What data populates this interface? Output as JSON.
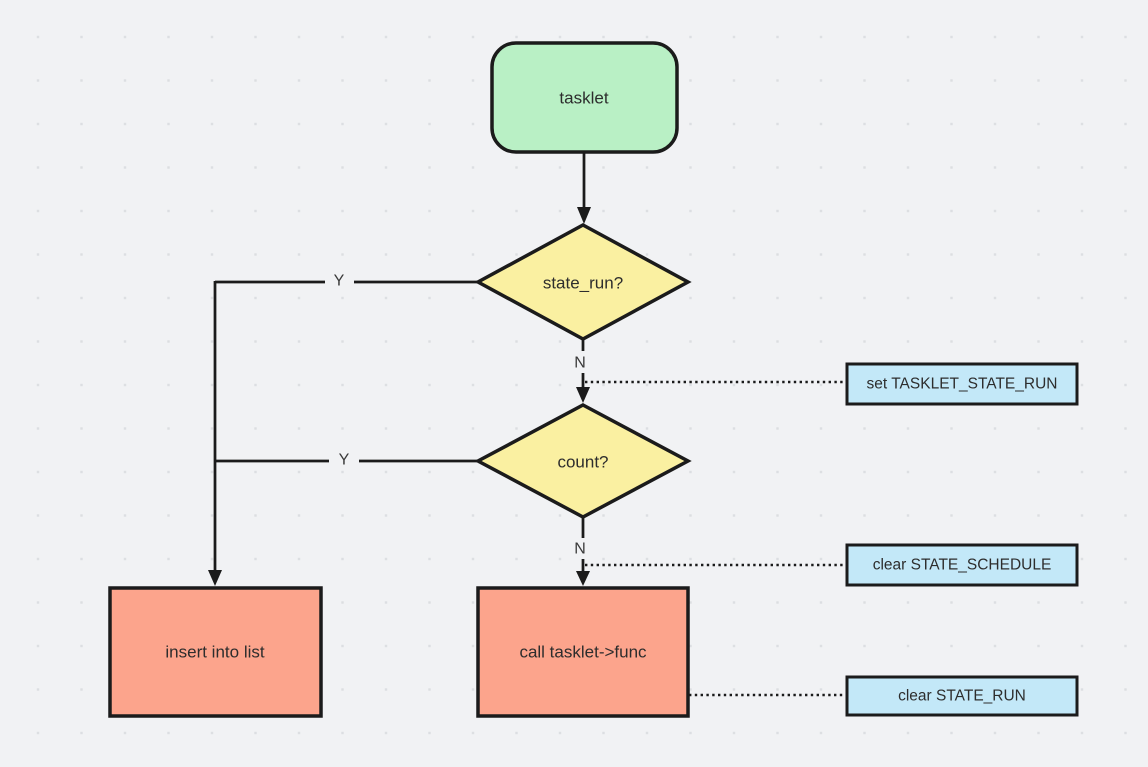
{
  "canvas": {
    "background": "#f1f2f4",
    "dot_color": "#dcdee1"
  },
  "palette": {
    "stroke": "#1b1b1b",
    "text": "#2d2d2d",
    "green": "#b9f0c5",
    "yellow": "#faf0a1",
    "salmon": "#fca48c",
    "blue": "#c3e8f8"
  },
  "flowchart": {
    "start": {
      "label": "tasklet"
    },
    "decision1": {
      "label": "state_run?"
    },
    "decision2": {
      "label": "count?"
    },
    "process_insert": {
      "label": "insert into list"
    },
    "process_call": {
      "label": "call tasklet->func"
    },
    "annotation_set_state_run": {
      "label": "set TASKLET_STATE_RUN"
    },
    "annotation_clear_schedule": {
      "label": "clear STATE_SCHEDULE"
    },
    "annotation_clear_run": {
      "label": "clear STATE_RUN"
    },
    "labels": {
      "yes1": "Y",
      "yes2": "Y",
      "no1": "N",
      "no2": "N"
    }
  }
}
